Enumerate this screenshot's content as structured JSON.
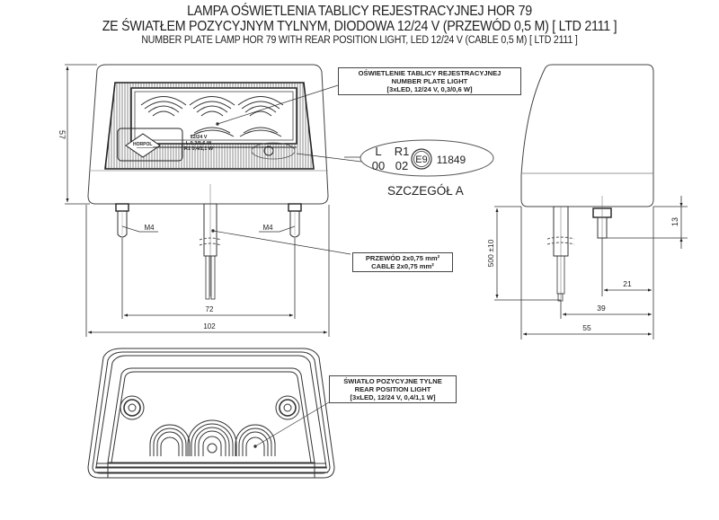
{
  "title": {
    "line1": "LAMPA OŚWIETLENIA TABLICY REJESTRACYJNEJ HOR 79",
    "line2": "ZE ŚWIATŁEM POZYCYJNYM TYLNYM, DIODOWA 12/24 V (PRZEWÓD 0,5 M) [ LTD 2111 ]",
    "line3": "NUMBER PLATE LAMP HOR 79 WITH REAR POSITION LIGHT, LED 12/24 V (CABLE 0,5 M) [ LTD 2111 ]"
  },
  "callouts": {
    "number_plate": {
      "line1": "OŚWIETLENIE TABLICY REJESTRACYJNEJ",
      "line2": "NUMBER PLATE LIGHT",
      "line3": "[3xLED, 12/24 V, 0,3/0,6 W]"
    },
    "cable": {
      "line1": "PRZEWÓD 2x0,75 mm²",
      "line2": "CABLE 2x0,75 mm²"
    },
    "rear_position": {
      "line1": "ŚWIATŁO POZYCYJNE TYLNE",
      "line2": "REAR POSITION LIGHT",
      "line3": "[3xLED, 12/24 V, 0,4/1,1 W]"
    }
  },
  "approval_mark": {
    "l_top": "L",
    "l_bottom": "00",
    "r_top": "R1",
    "r_bottom": "02",
    "e_mark": "E9",
    "number": "11849",
    "caption": "SZCZEGÓŁ A"
  },
  "lens_print": {
    "voltage": "12/24 V",
    "l_rating": "L 0,3/0,6 W",
    "r_rating": "R1 0,4/1,1 W",
    "brand": "HORPOL"
  },
  "dimensions": {
    "height": "57",
    "thread_left": "M4",
    "thread_right": "M4",
    "stud_spacing": "72",
    "width": "102",
    "stud_length": "13",
    "cable_length": "500 ±10",
    "stud_offset": "21",
    "cable_offset": "39",
    "depth": "55"
  }
}
